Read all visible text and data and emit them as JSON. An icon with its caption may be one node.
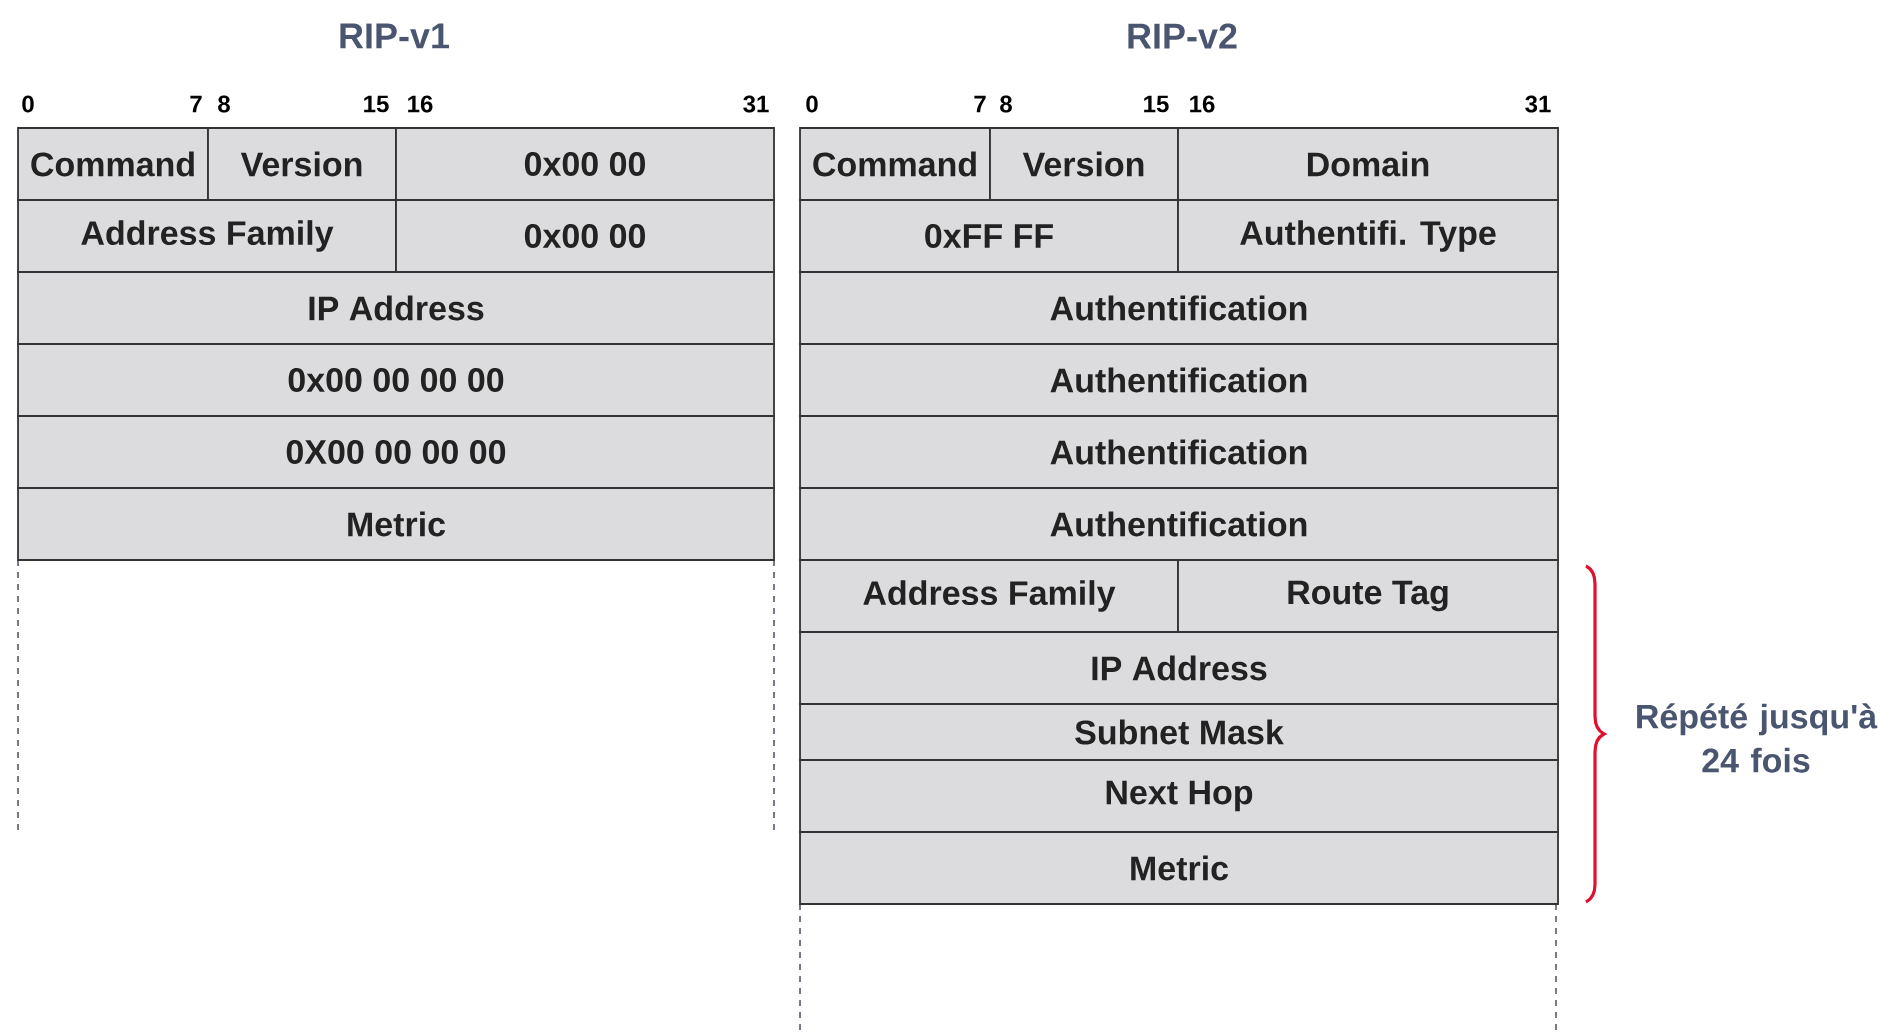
{
  "diagram": {
    "nodes": [
      {
        "text": [
          "Command"
        ]
      },
      {
        "text": [
          "Version"
        ]
      },
      {
        "text": [
          "0x00 00"
        ]
      },
      {
        "text": [
          "Address Family"
        ]
      },
      {
        "text": [
          "0x00 00"
        ]
      },
      {
        "text": [
          "IP Address"
        ]
      },
      {
        "text": [
          "0x00 00 00 00"
        ]
      },
      {
        "text": [
          "0X00 00 00 00"
        ]
      },
      {
        "text": [
          "Metric"
        ]
      },
      {
        "text": [
          "Command"
        ]
      },
      {
        "text": [
          "Version"
        ]
      },
      {
        "text": [
          "Domain"
        ]
      },
      {
        "text": [
          "0xFF FF"
        ]
      },
      {
        "text": [
          "Authentifi. Type"
        ]
      },
      {
        "text": [
          "Authentification"
        ]
      },
      {
        "text": [
          "Authentification"
        ]
      },
      {
        "text": [
          "Authentification"
        ]
      },
      {
        "text": [
          "Authentification"
        ]
      },
      {
        "text": [
          "Address Family"
        ]
      },
      {
        "text": [
          "Route Tag"
        ]
      },
      {
        "text": [
          "IP Address"
        ]
      },
      {
        "text": [
          "Subnet Mask"
        ]
      },
      {
        "text": [
          "Next Hop"
        ]
      },
      {
        "text": [
          "Metric"
        ]
      }
    ],
    "labels": [
      "RIP-v1",
      "RIP-v2",
      "0",
      "7",
      "8",
      "15",
      "16",
      "31",
      "0",
      "7",
      "8",
      "15",
      "16",
      "31",
      "Répété jusqu'à 24 fois"
    ]
  }
}
